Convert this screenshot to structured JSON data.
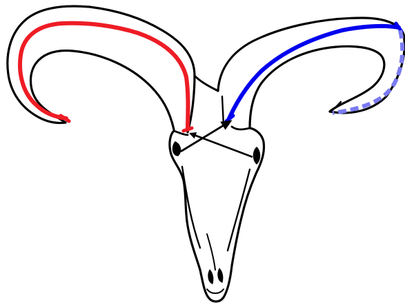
{
  "diagram": {
    "subject": "ram-skull",
    "colors": {
      "outline": "#000000",
      "left_horn_measure": "#ee1c25",
      "right_horn_measure": "#0000ee",
      "right_horn_measure_dashed": "#7b7bf2",
      "skull_measure_arrows": "#000000",
      "background": "#ffffff"
    },
    "measurements": [
      {
        "name": "left-horn-length",
        "style": "solid",
        "color": "#ee1c25"
      },
      {
        "name": "right-horn-length",
        "style": "solid",
        "color": "#0000ee"
      },
      {
        "name": "right-horn-tip-extension",
        "style": "dashed",
        "color": "#7b7bf2"
      },
      {
        "name": "cross-measure-left-eye-to-right-horn-base",
        "style": "arrow",
        "color": "#000000"
      },
      {
        "name": "cross-measure-right-eye-to-left-horn-base",
        "style": "arrow",
        "color": "#000000"
      }
    ]
  }
}
